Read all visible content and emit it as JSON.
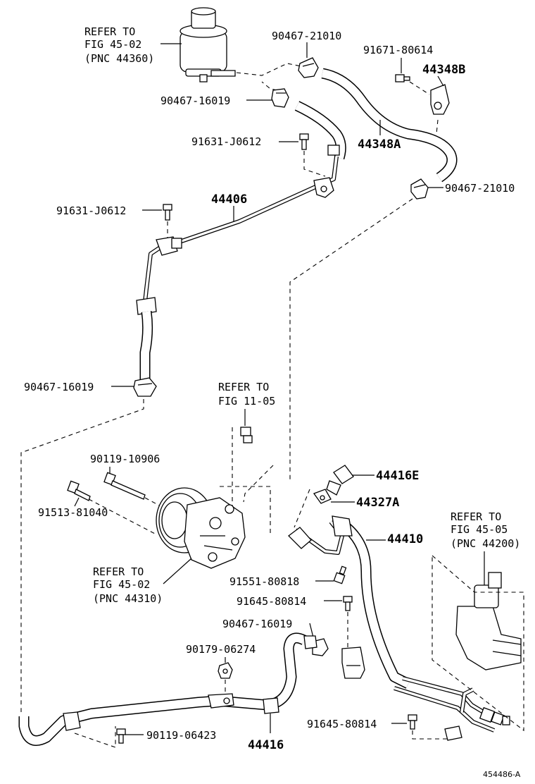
{
  "labels": {
    "ref_tank": [
      "REFER TO",
      "FIG 45-02",
      "(PNC 44360)"
    ],
    "p_9046721010_top": "90467-21010",
    "p_9167180614": "91671-80614",
    "p_44348B": "44348B",
    "p_9046716019_top": "90467-16019",
    "p_91631J0612_a": "91631-J0612",
    "p_44348A": "44348A",
    "p_9046721010_right": "90467-21010",
    "p_44406": "44406",
    "p_91631J0612_b": "91631-J0612",
    "p_9046716019_mid": "90467-16019",
    "ref_engine": [
      "REFER TO",
      "FIG 11-05"
    ],
    "p_9011910906": "90119-10906",
    "p_9151381040": "91513-81040",
    "ref_pump": [
      "REFER TO",
      "FIG 45-02",
      "(PNC 44310)"
    ],
    "p_44416E": "44416E",
    "p_44327A": "44327A",
    "p_44410": "44410",
    "ref_gear": [
      "REFER TO",
      "FIG 45-05",
      "(PNC 44200)"
    ],
    "p_9155180818": "91551-80818",
    "p_9164580814_a": "91645-80814",
    "p_9046716019_low": "90467-16019",
    "p_9017906274": "90179-06274",
    "p_9011906423": "90119-06423",
    "p_44416": "44416",
    "p_9164580814_b": "91645-80814",
    "footer_code": "454486-A"
  }
}
